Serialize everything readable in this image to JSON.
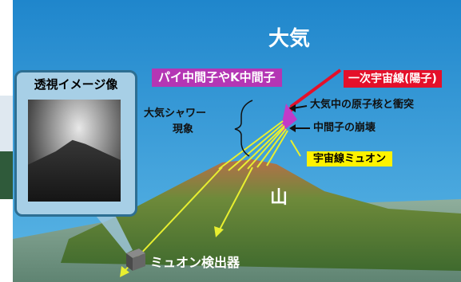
{
  "diagram": {
    "sky_title": "大気",
    "mountain_label": "山",
    "boxes": {
      "pion_kaon": "パイ中間子やK中間子",
      "primary_cosmic_ray": "一次宇宙線(陽子)",
      "cosmic_muon": "宇宙線ミュオン"
    },
    "annotations": {
      "air_shower_line1": "大気シャワー",
      "air_shower_line2": "現象",
      "collision": "大気中の原子核と衝突",
      "meson_decay": "中間子の崩壊"
    },
    "detector_label": "ミュオン検出器",
    "preview_title": "透視イメージ像"
  },
  "colors": {
    "sky": "#2a8fd0",
    "mountain": "#9a5a3a",
    "ground": "#7a9a8a",
    "magenta_box": "#b436b4",
    "red_box": "#e4102a",
    "yellow_box": "#fff200",
    "muon_tracks": "#e8ef30",
    "primary_ray": "#e4102a"
  }
}
